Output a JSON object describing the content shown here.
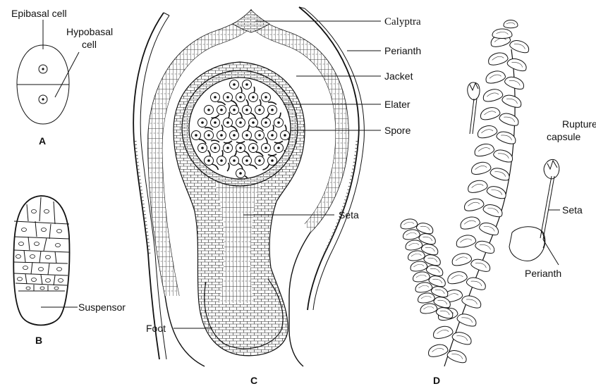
{
  "panels": {
    "a": {
      "letter": "A",
      "labels": {
        "epibasal": "Epibasal cell",
        "hypobasal_1": "Hypobasal",
        "hypobasal_2": "cell"
      }
    },
    "b": {
      "letter": "B",
      "labels": {
        "suspensor": "Suspensor"
      }
    },
    "c": {
      "letter": "C",
      "labels": {
        "calyptra": "Calyptra",
        "perianth": "Perianth",
        "jacket": "Jacket",
        "elater": "Elater",
        "spore": "Spore",
        "seta": "Seta",
        "foot": "Foot"
      }
    },
    "d": {
      "letter": "D",
      "labels": {
        "ruptured_1": "Ruptured",
        "ruptured_2": "capsule",
        "seta": "Seta",
        "perianth": "Perianth"
      }
    }
  }
}
